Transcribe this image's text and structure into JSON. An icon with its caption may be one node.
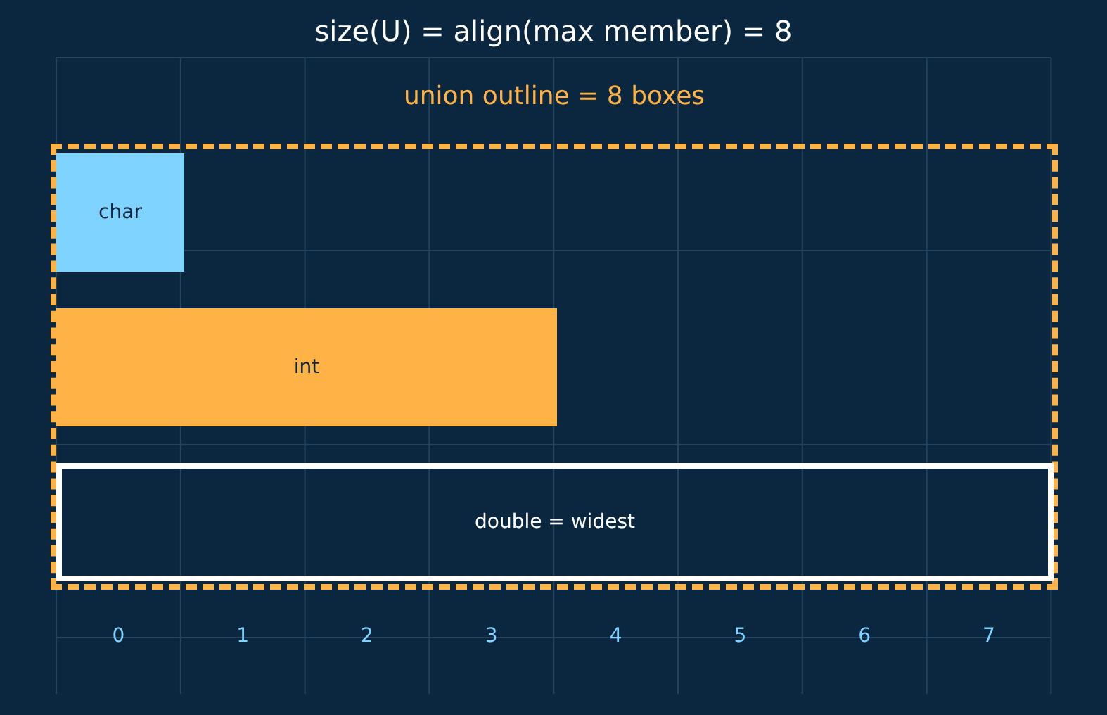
{
  "diagram": {
    "title": "size(U) = align(max member) = 8",
    "nodes": [
      {
        "text": [
          "union outline = 8 boxes"
        ]
      },
      {
        "text": [
          "char"
        ],
        "in": 0
      },
      {
        "text": [
          "int"
        ],
        "in": 0
      },
      {
        "text": [
          "double = widest"
        ],
        "in": 0
      }
    ],
    "labels": [
      "0",
      "1",
      "2",
      "3",
      "4",
      "5",
      "6",
      "7"
    ]
  }
}
